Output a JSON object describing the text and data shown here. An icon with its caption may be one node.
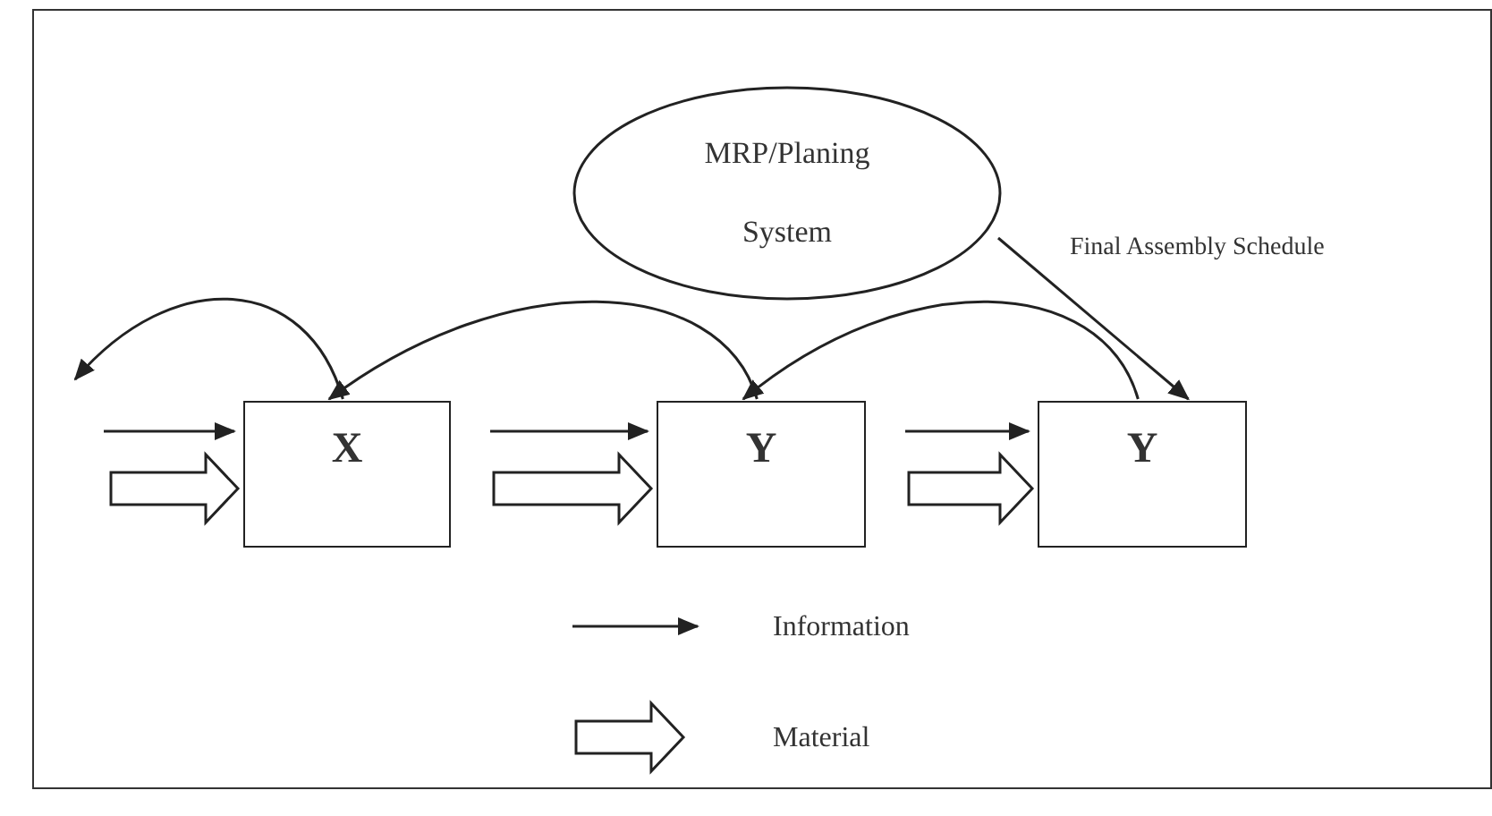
{
  "diagram": {
    "nodes": [
      {
        "text": [
          "MRP/Planing System"
        ]
      },
      {
        "text": [
          "X"
        ]
      },
      {
        "text": [
          "Y"
        ]
      },
      {
        "text": [
          "Y"
        ]
      }
    ],
    "edges": [
      {
        "from": 0,
        "to": 3,
        "arrow": "to",
        "label": "Final Assembly Schedule"
      },
      {
        "from": 3,
        "to": 2,
        "arrow": "to"
      },
      {
        "from": 2,
        "to": 1,
        "arrow": "to"
      },
      {
        "from": 1,
        "to": null,
        "arrow": "to"
      },
      {
        "from": null,
        "to": 1,
        "arrow": "to"
      },
      {
        "from": null,
        "to": 1,
        "arrow": "to",
        "style": "thick"
      },
      {
        "from": 1,
        "to": 2,
        "arrow": "to"
      },
      {
        "from": 1,
        "to": 2,
        "arrow": "to",
        "style": "thick"
      },
      {
        "from": 2,
        "to": 3,
        "arrow": "to"
      },
      {
        "from": 2,
        "to": 3,
        "arrow": "to",
        "style": "thick"
      }
    ],
    "legend": [
      {
        "text": "Information"
      },
      {
        "text": "Material"
      }
    ]
  }
}
